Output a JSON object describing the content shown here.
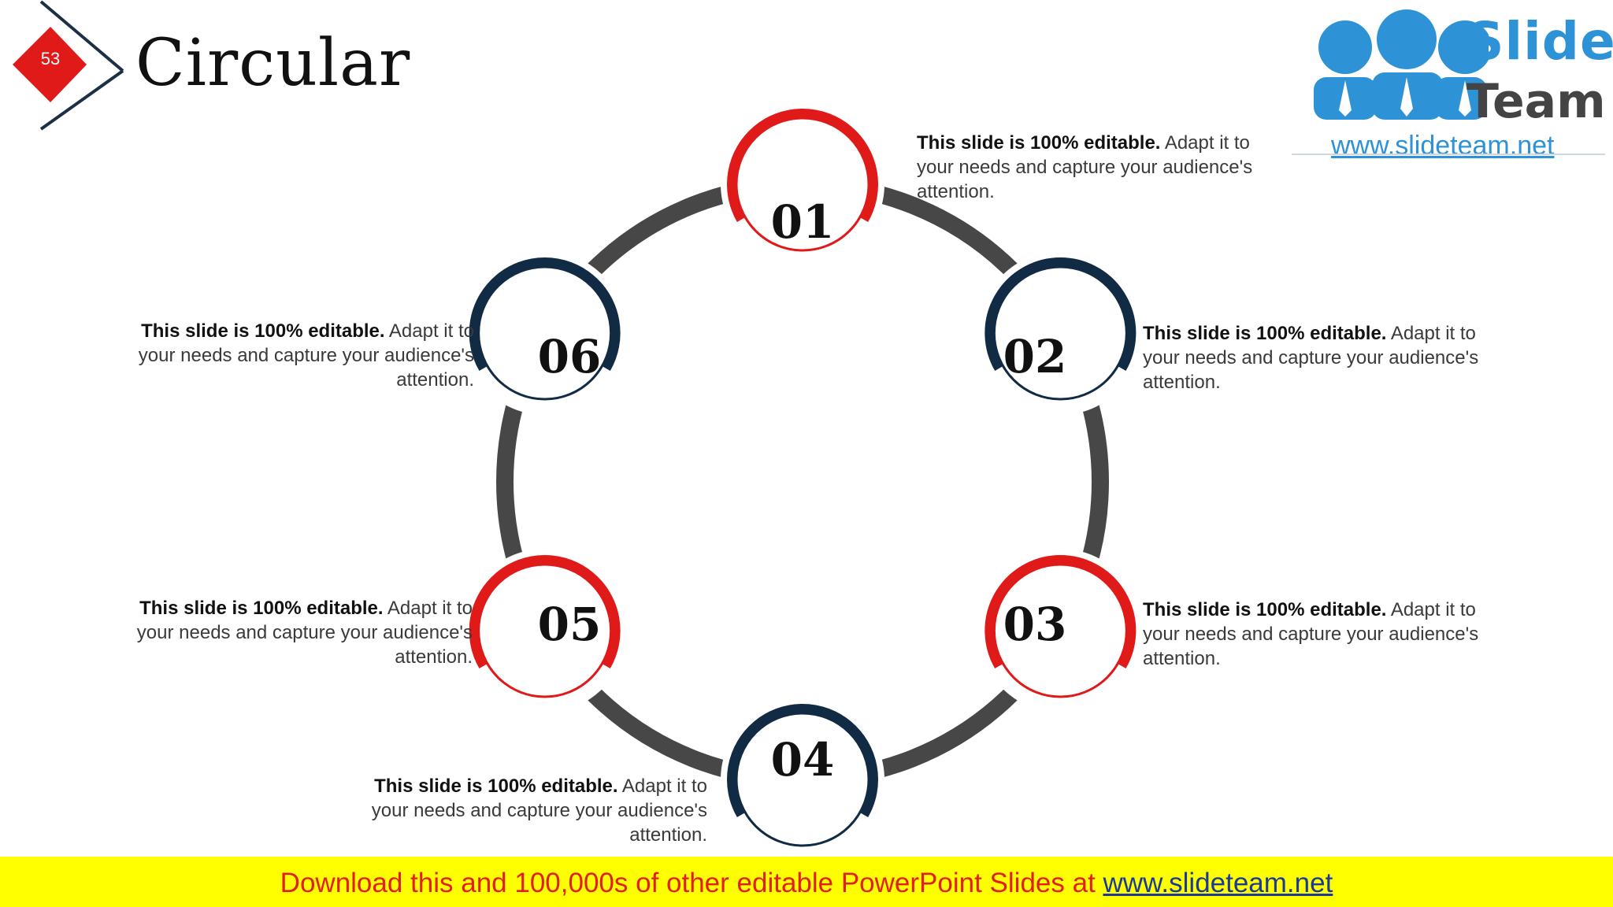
{
  "slide_number": "53",
  "title": "Circular",
  "logo": {
    "word1": "Slide",
    "word2": "Team",
    "url": "www.slideteam.net"
  },
  "colors": {
    "red": "#e01919",
    "navy": "#122b45",
    "connector": "#474747",
    "banner": "#ffff00"
  },
  "steps": [
    {
      "number": "01",
      "bold": "This slide is 100% editable.",
      "text": " Adapt it to your needs and capture your audience's attention."
    },
    {
      "number": "02",
      "bold": "This slide is 100% editable.",
      "text": " Adapt it to your needs and capture your audience's attention."
    },
    {
      "number": "03",
      "bold": "This slide is 100% editable.",
      "text": " Adapt it to your needs and capture your audience's attention."
    },
    {
      "number": "04",
      "bold": "This slide is 100% editable.",
      "text": " Adapt it to your needs and capture your audience's attention."
    },
    {
      "number": "05",
      "bold": "This slide is 100% editable.",
      "text": " Adapt it to your needs and capture your audience's attention."
    },
    {
      "number": "06",
      "bold": "This slide is 100% editable.",
      "text": " Adapt it to your needs and capture your audience's attention."
    }
  ],
  "banner": {
    "text": "Download this and 100,000s of other editable PowerPoint Slides at ",
    "link": "www.slideteam.net"
  }
}
